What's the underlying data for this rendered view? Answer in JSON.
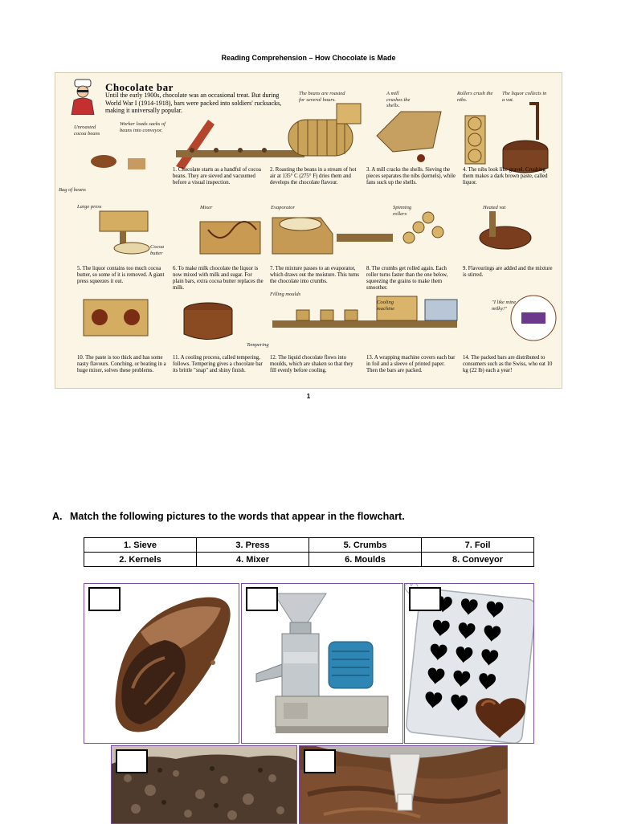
{
  "page": {
    "title": "Reading Comprehension – How Chocolate is Made",
    "page_number": "1"
  },
  "flowchart": {
    "heading": "Chocolate bar",
    "intro": "Until the early 1900s, chocolate was an occasional treat. But during World War I (1914-1918), bars were packed into soldiers' rucksacks, making it universally popular.",
    "labels": {
      "unroasted": "Unroasted cocoa beans",
      "worker": "Worker loads sacks of beans into conveyor.",
      "bag": "Bag of beans",
      "roasted": "The beans are roasted for several hours.",
      "mill": "A mill crushes the shells.",
      "rollers": "Rollers crush the nibs.",
      "vat": "The liquor collects in a vat.",
      "press": "Large press",
      "cocoa_butter": "Cocoa butter",
      "mixer": "Mixer",
      "evaporator": "Evaporator",
      "spinning": "Spinning rollers",
      "heated_vat": "Heated vat",
      "filling": "Filling moulds",
      "cooling": "Cooling machine",
      "like": "\"I like mine milky!\"",
      "tempering": "Tempering"
    },
    "steps": [
      "1. Chocolate starts as a handful of cocoa beans. They are sieved and vacuumed before a visual inspection.",
      "2. Roasting the beans in a stream of hot air at 135° C (275° F) dries them and develops the chocolate flavour.",
      "3. A mill cracks the shells. Sieving the pieces separates the nibs (kernels), while fans suck up the shells.",
      "4. The nibs look like gravel. Crushing them makes a dark brown paste, called liquor.",
      "5. The liquor contains too much cocoa butter, so some of it is removed. A giant press squeezes it out.",
      "6. To make milk chocolate the liquor is now mixed with milk and sugar. For plain bars, extra cocoa butter replaces the milk.",
      "7. The mixture passes to an evaporator, which draws out the moisture. This turns the chocolate into crumbs.",
      "8. The crumbs get rolled again. Each roller turns faster than the one below, squeezing the grains to make them smoother.",
      "9. Flavourings are added and the mixture is stirred.",
      "10. The paste is too thick and has some nasty flavours. Conching, or beating in a huge mixer, solves these problems.",
      "11. A cooling process, called tempering, follows. Tempering gives a chocolate bar its brittle \"snap\" and shiny finish.",
      "12. The liquid chocolate flows into moulds, which are shaken so that they fill evenly before cooling.",
      "13. A wrapping machine covers each bar in foil and a sleeve of printed paper. Then the bars are packed.",
      "14. The packed bars are distributed to consumers such as the Swiss, who eat 10 kg (22 lb) each a year!"
    ]
  },
  "exercise": {
    "letter": "A.",
    "instruction": "Match the following pictures to the words that appear in the flowchart.",
    "words": [
      [
        "1. Sieve",
        "3. Press",
        "5. Crumbs",
        "7. Foil"
      ],
      [
        "2. Kernels",
        "4. Mixer",
        "6. Moulds",
        "8. Conveyor"
      ]
    ],
    "pictures": [
      {
        "icon": "cocoa-kernel-icon"
      },
      {
        "icon": "grinding-mill-icon"
      },
      {
        "icon": "heart-mould-icon"
      },
      {
        "icon": "crumbs-icon"
      },
      {
        "icon": "mixer-icon"
      }
    ]
  },
  "colors": {
    "card_border": "#7b4fa0",
    "flow_bg": "#fbf5e6"
  }
}
